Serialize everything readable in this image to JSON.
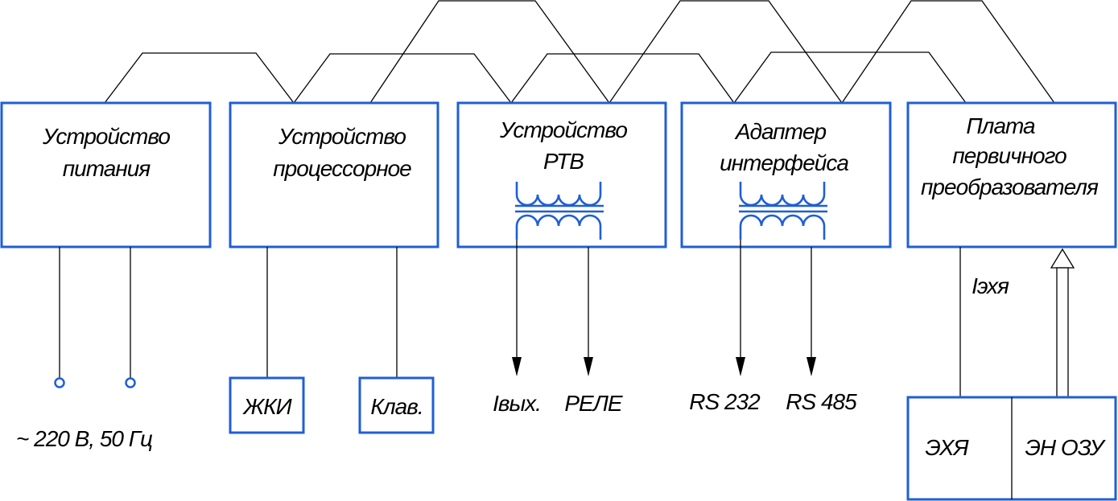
{
  "colors": {
    "block": "#1f5fd6",
    "line": "#000000",
    "background": "#ffffff"
  },
  "blocks": {
    "power": {
      "lines": [
        "Устройство",
        "питания"
      ]
    },
    "processor": {
      "lines": [
        "Устройство",
        "процессорное"
      ]
    },
    "rtv": {
      "lines": [
        "Устройство",
        "РТВ"
      ]
    },
    "adapter": {
      "lines": [
        "Адаптер",
        "интерфейса"
      ]
    },
    "board": {
      "lines": [
        "Плата",
        "первичного",
        "преобразователя"
      ]
    }
  },
  "peripherals": {
    "lcd": "ЖКИ",
    "keyboard": "Клав."
  },
  "outputs": {
    "supply": "~ 220 В, 50 Гц",
    "iout": "Iвых.",
    "relay": "РЕЛЕ",
    "rs232": "RS 232",
    "rs485": "RS 485",
    "iexya": "Iэхя"
  },
  "sensor": {
    "left": "ЭХЯ",
    "right": "ЭН ОЗУ"
  }
}
